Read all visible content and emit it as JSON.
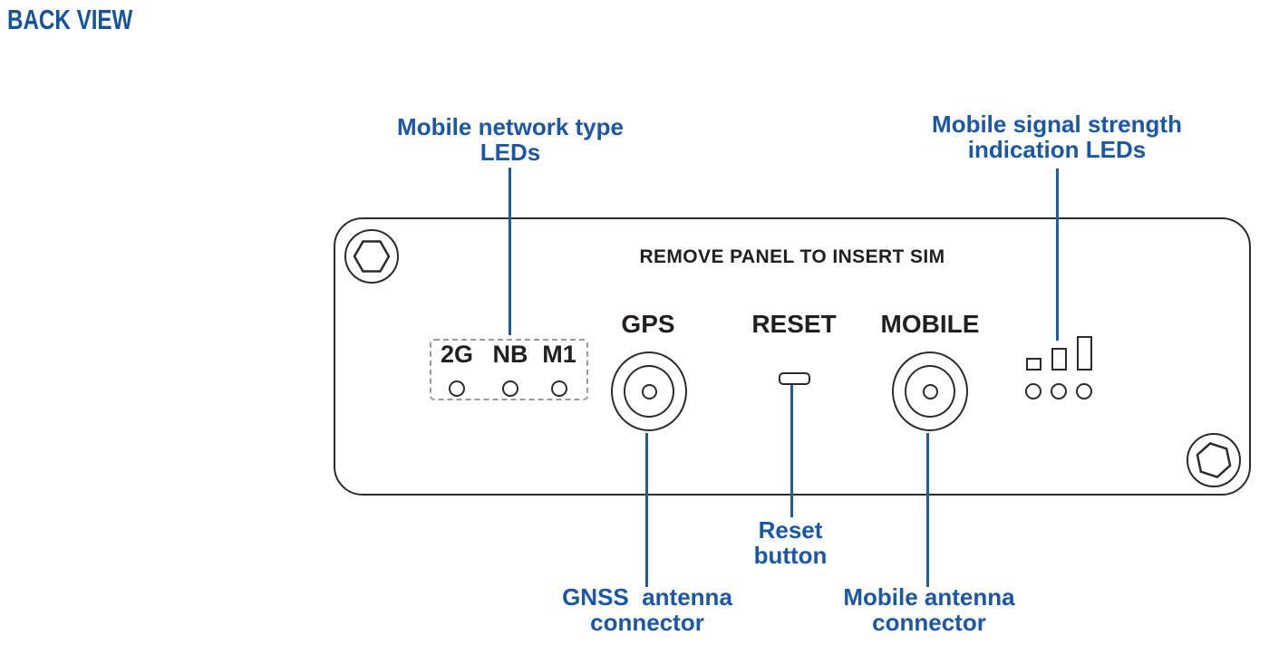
{
  "title": "BACK VIEW",
  "colors": {
    "accent_blue": "#1b57a6",
    "leader_line_blue": "#1d5ba8",
    "outline_dark": "#2b2b2b",
    "text_dark": "#231f20",
    "dashed_box_gray": "#9a9a9a"
  },
  "panel": {
    "sim_notice": "REMOVE PANEL TO INSERT SIM",
    "port_labels": {
      "gps": "GPS",
      "reset": "RESET",
      "mobile": "MOBILE"
    },
    "network_type_leds": [
      "2G",
      "NB",
      "M1"
    ]
  },
  "callouts": {
    "network_type": {
      "line1": "Mobile network type",
      "line2": "LEDs"
    },
    "signal_strength": {
      "line1": "Mobile signal strength",
      "line2": "indication LEDs"
    },
    "reset_button": {
      "line1": "Reset",
      "line2": "button"
    },
    "gnss_connector": {
      "line1": "GNSS  antenna",
      "line2": "connector"
    },
    "mobile_connector": {
      "line1": "Mobile antenna",
      "line2": "connector"
    }
  }
}
